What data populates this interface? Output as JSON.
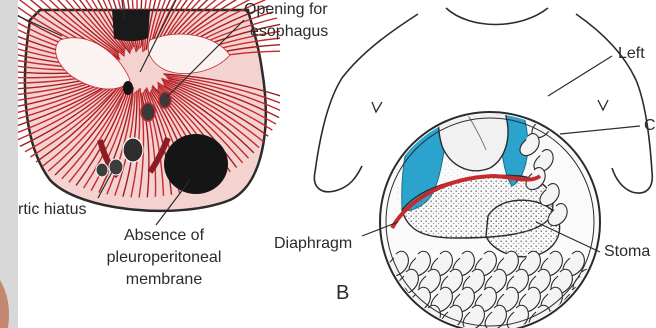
{
  "panel_a": {
    "label_opening": "Opening for",
    "label_esophagus": "esophagus",
    "label_aortic_hiatus": "rtic hiatus",
    "label_absence_line1": "Absence of",
    "label_absence_line2": "pleuroperitoneal",
    "label_absence_line3": "membrane"
  },
  "panel_b": {
    "panel_letter": "B",
    "label_diaphragm": "Diaphragm",
    "label_left": "Left",
    "label_c": "C",
    "label_stomach": "Stoma"
  },
  "colors": {
    "muscle_red": "#c42a2e",
    "lung_blue": "#2aa4cf",
    "line": "#2b2b2b",
    "hole_black": "#151515"
  }
}
